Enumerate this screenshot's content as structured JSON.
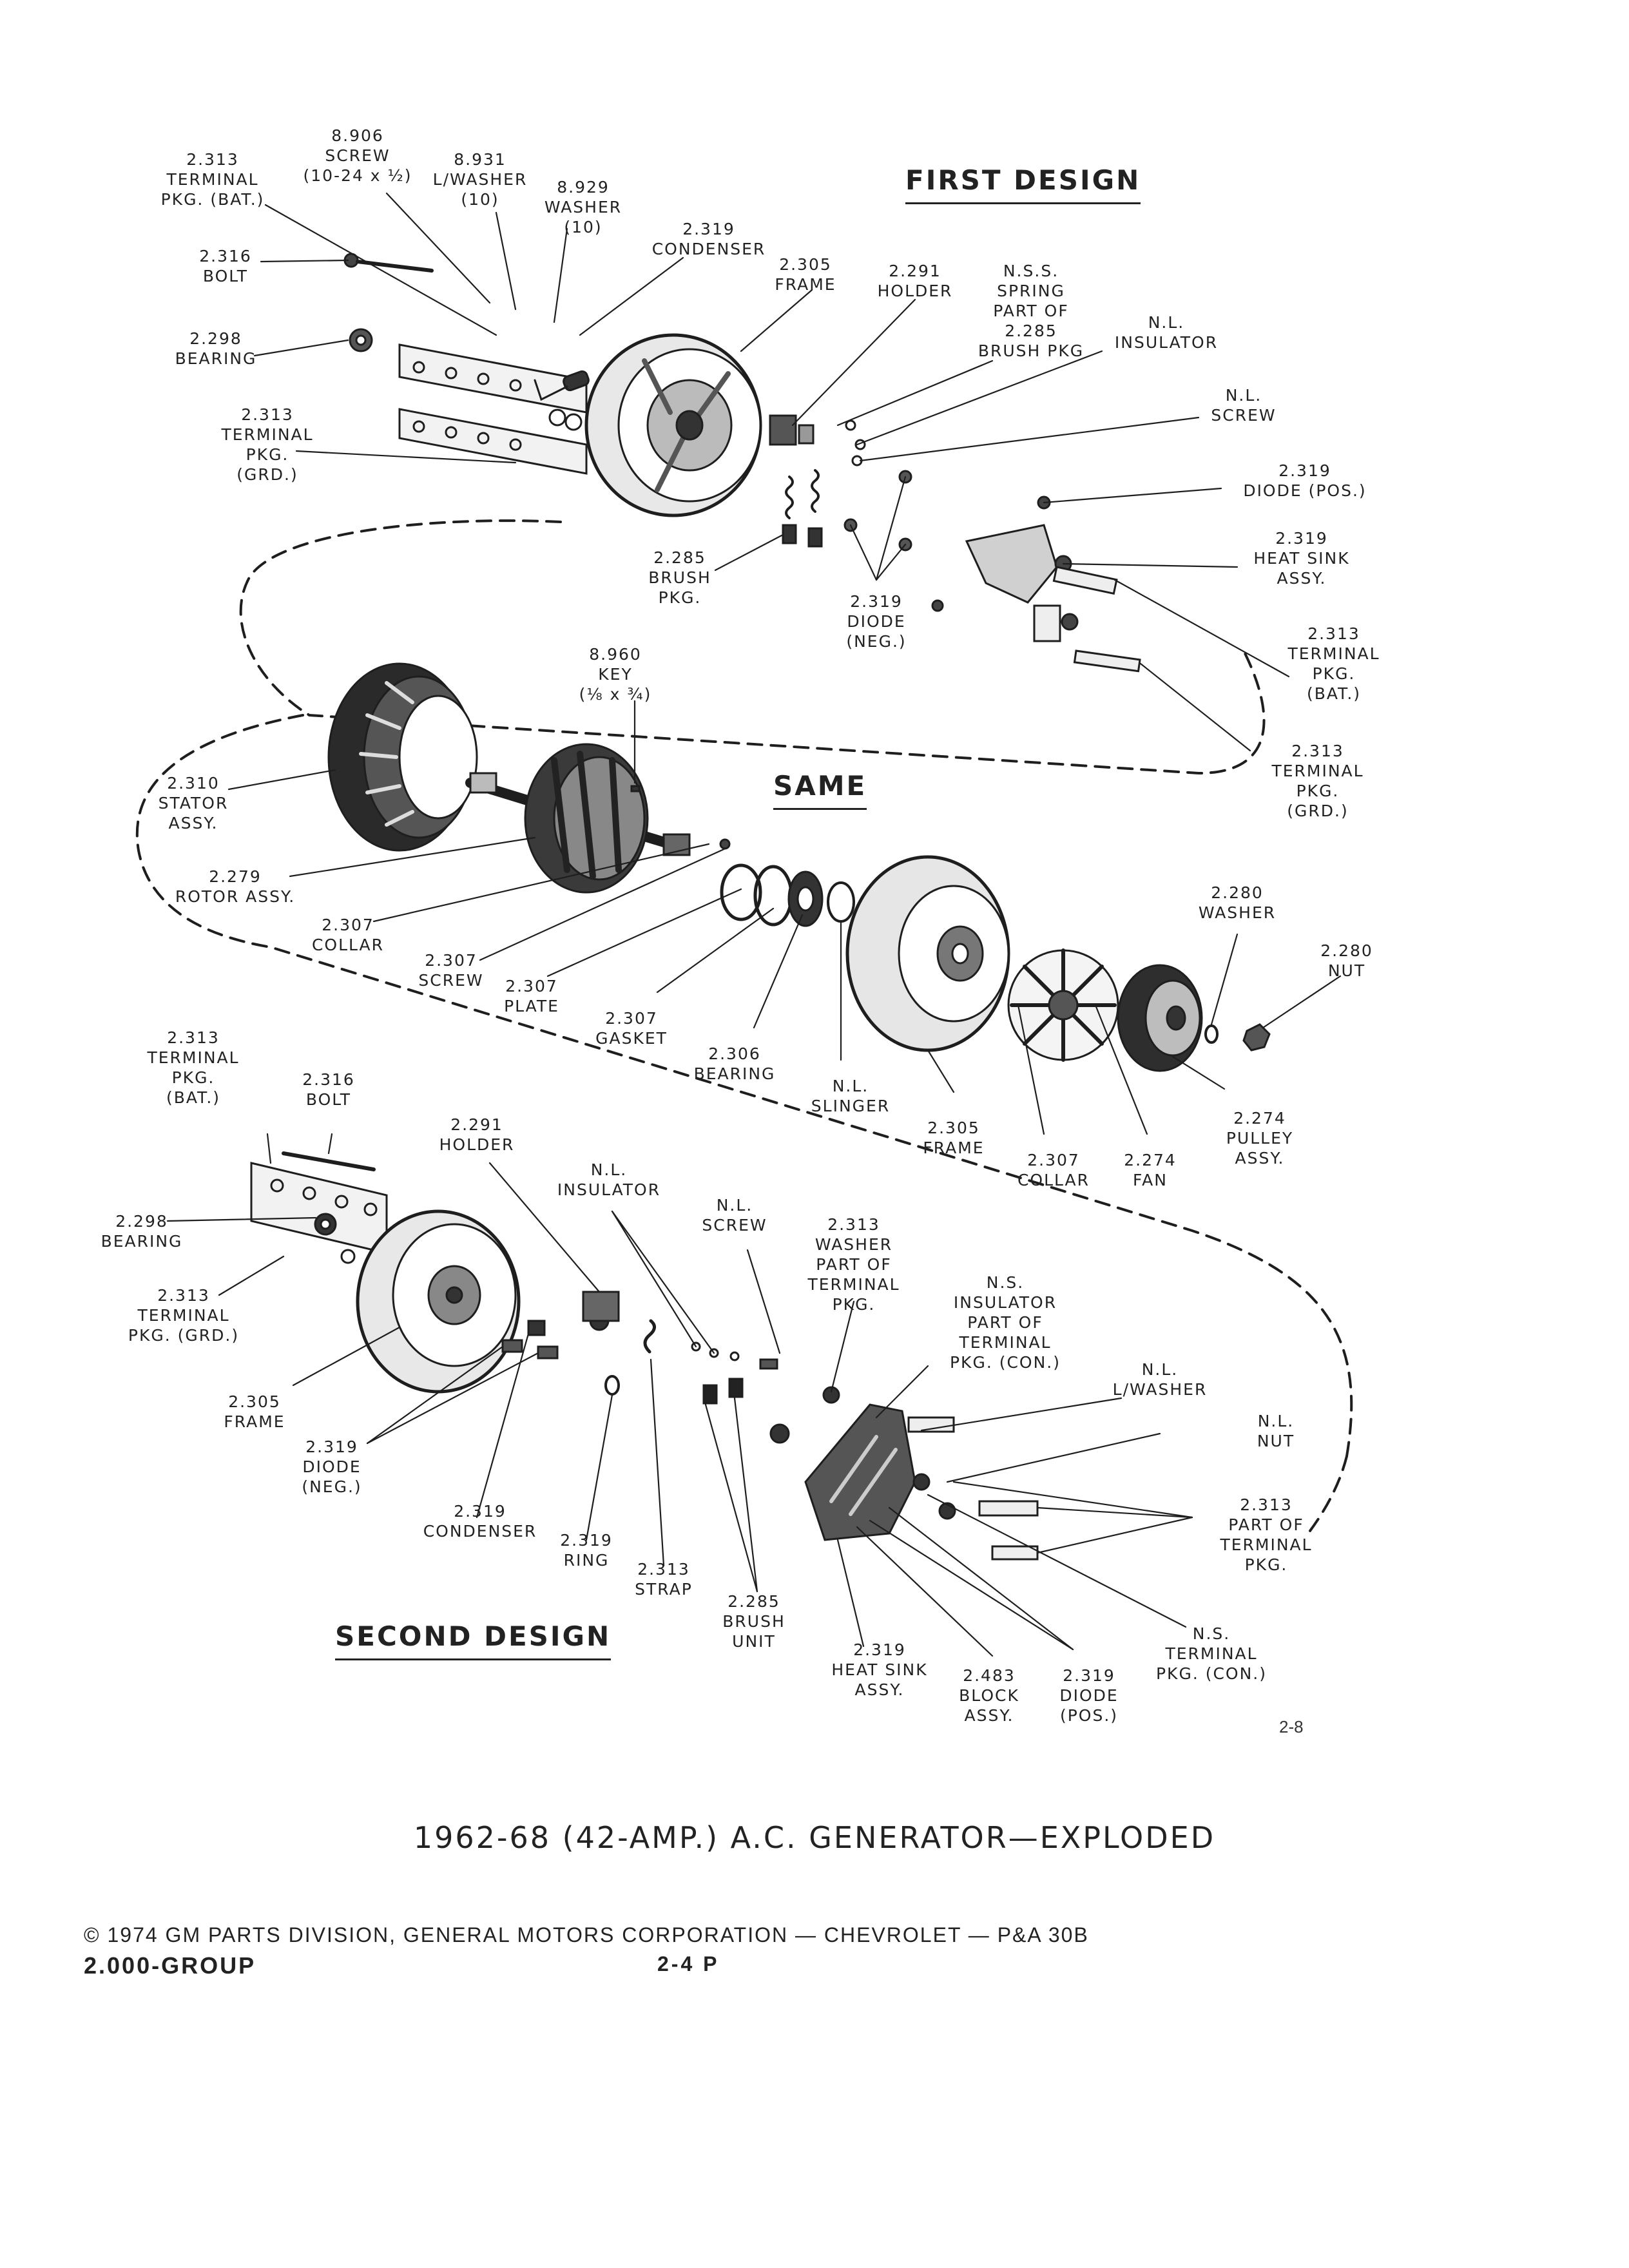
{
  "headings": {
    "first_design": "FIRST DESIGN",
    "same": "SAME",
    "second_design": "SECOND DESIGN"
  },
  "labels": {
    "screw_top": [
      "8.906",
      "SCREW",
      "(10-24 x ½)"
    ],
    "terminal_bat_top": [
      "2.313",
      "TERMINAL",
      "PKG. (BAT.)"
    ],
    "lwasher_top": [
      "8.931",
      "L/WASHER",
      "(10)"
    ],
    "washer_top": [
      "8.929",
      "WASHER",
      "(10)"
    ],
    "condenser_top": [
      "2.319",
      "CONDENSER"
    ],
    "bolt_top": [
      "2.316",
      "BOLT"
    ],
    "frame_top": [
      "2.305",
      "FRAME"
    ],
    "holder_top": [
      "2.291",
      "HOLDER"
    ],
    "spring_top": [
      "N.S.S.",
      "SPRING",
      "PART OF",
      "2.285",
      "BRUSH PKG"
    ],
    "insulator_top": [
      "N.L.",
      "INSULATOR"
    ],
    "bearing_top": [
      "2.298",
      "BEARING"
    ],
    "screw_nl_top": [
      "N.L.",
      "SCREW"
    ],
    "terminal_grd_top": [
      "2.313",
      "TERMINAL",
      "PKG.",
      "(GRD.)"
    ],
    "diode_pos_top": [
      "2.319",
      "DIODE (POS.)"
    ],
    "brush_pkg_top": [
      "2.285",
      "BRUSH",
      "PKG."
    ],
    "diode_neg_top": [
      "2.319",
      "DIODE",
      "(NEG.)"
    ],
    "heat_sink_top": [
      "2.319",
      "HEAT SINK",
      "ASSY."
    ],
    "key": [
      "8.960",
      "KEY",
      "(⅛ x ¾)"
    ],
    "terminal_bat_right": [
      "2.313",
      "TERMINAL",
      "PKG.",
      "(BAT.)"
    ],
    "terminal_grd_right": [
      "2.313",
      "TERMINAL",
      "PKG.",
      "(GRD.)"
    ],
    "stator": [
      "2.310",
      "STATOR",
      "ASSY."
    ],
    "rotor": [
      "2.279",
      "ROTOR ASSY."
    ],
    "collar_left": [
      "2.307",
      "COLLAR"
    ],
    "screw_mid": [
      "2.307",
      "SCREW"
    ],
    "plate": [
      "2.307",
      "PLATE"
    ],
    "gasket": [
      "2.307",
      "GASKET"
    ],
    "bearing_mid": [
      "2.306",
      "BEARING"
    ],
    "slinger": [
      "N.L.",
      "SLINGER"
    ],
    "frame_mid": [
      "2.305",
      "FRAME"
    ],
    "collar_right": [
      "2.307",
      "COLLAR"
    ],
    "fan": [
      "2.274",
      "FAN"
    ],
    "pulley": [
      "2.274",
      "PULLEY",
      "ASSY."
    ],
    "washer_mid": [
      "2.280",
      "WASHER"
    ],
    "nut_mid": [
      "2.280",
      "NUT"
    ],
    "terminal_bat_bottom": [
      "2.313",
      "TERMINAL",
      "PKG.",
      "(BAT.)"
    ],
    "bolt_bottom": [
      "2.316",
      "BOLT"
    ],
    "holder_bottom": [
      "2.291",
      "HOLDER"
    ],
    "insulator_bottom": [
      "N.L.",
      "INSULATOR"
    ],
    "screw_nl_bottom": [
      "N.L.",
      "SCREW"
    ],
    "washer_part_bottom": [
      "2.313",
      "WASHER",
      "PART OF",
      "TERMINAL",
      "PKG."
    ],
    "bearing_bottom": [
      "2.298",
      "BEARING"
    ],
    "insulator_ns_bottom": [
      "N.S.",
      "INSULATOR",
      "PART OF",
      "TERMINAL",
      "PKG. (CON.)"
    ],
    "terminal_grd_bottom": [
      "2.313",
      "TERMINAL",
      "PKG. (GRD.)"
    ],
    "lwasher_bottom": [
      "N.L.",
      "L/WASHER"
    ],
    "nut_bottom": [
      "N.L.",
      "NUT"
    ],
    "frame_bottom": [
      "2.305",
      "FRAME"
    ],
    "diode_neg_bottom": [
      "2.319",
      "DIODE",
      "(NEG.)"
    ],
    "part_of_terminal_bottom": [
      "2.313",
      "PART OF",
      "TERMINAL",
      "PKG."
    ],
    "condenser_bottom": [
      "2.319",
      "CONDENSER"
    ],
    "ring": [
      "2.319",
      "RING"
    ],
    "strap": [
      "2.313",
      "STRAP"
    ],
    "brush_unit": [
      "2.285",
      "BRUSH",
      "UNIT"
    ],
    "terminal_con_bottom": [
      "N.S.",
      "TERMINAL",
      "PKG. (CON.)"
    ],
    "heat_sink_bottom": [
      "2.319",
      "HEAT SINK",
      "ASSY."
    ],
    "block": [
      "2.483",
      "BLOCK",
      "ASSY."
    ],
    "diode_pos_bottom": [
      "2.319",
      "DIODE",
      "(POS.)"
    ]
  },
  "page_number": "2-8",
  "caption": "1962-68 (42-AMP.) A.C. GENERATOR—EXPLODED",
  "footer": {
    "copyright": "© 1974 GM PARTS DIVISION, GENERAL MOTORS CORPORATION — CHEVROLET — P&A 30B",
    "group": "2.000-GROUP",
    "page": "2-4 P"
  }
}
